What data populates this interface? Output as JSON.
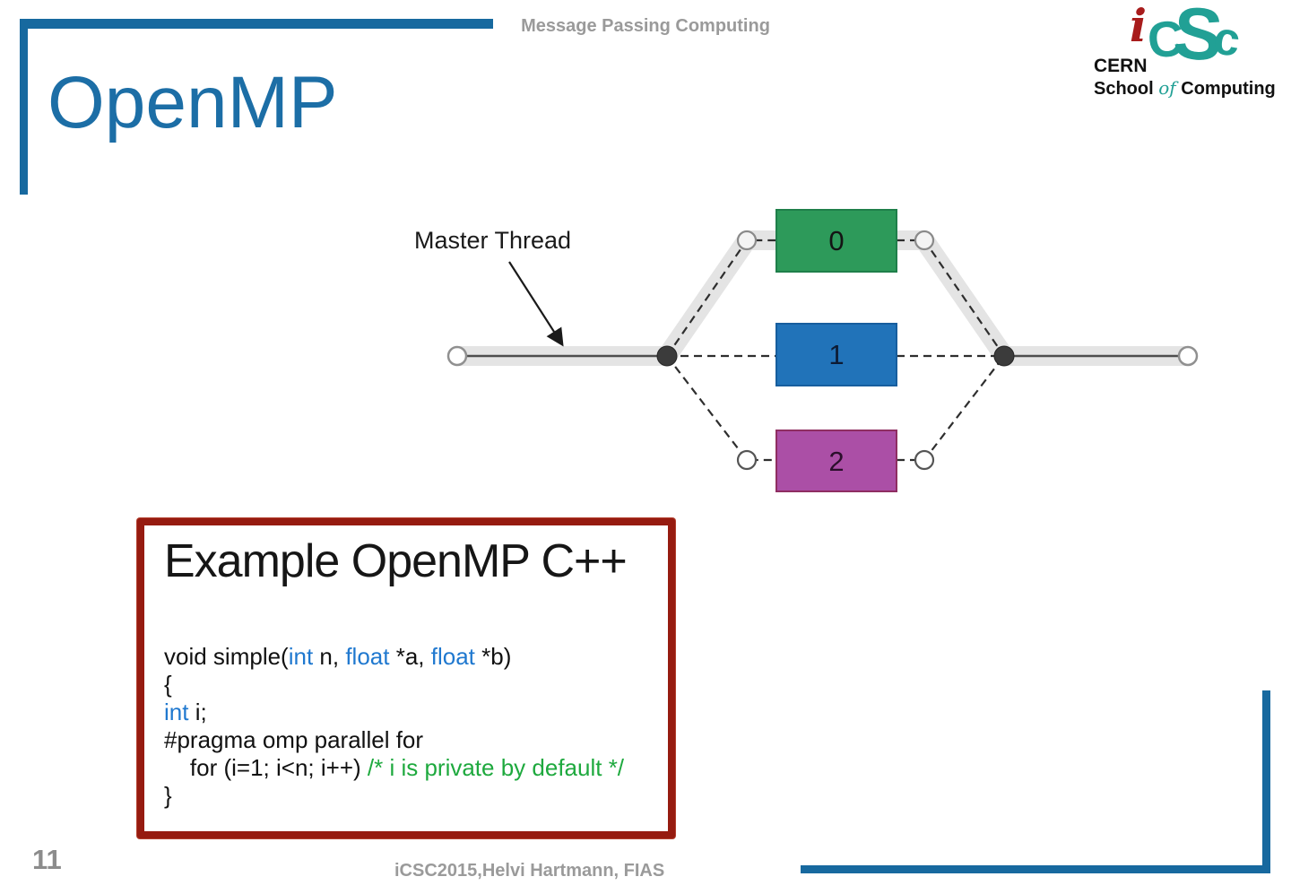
{
  "slide": {
    "header_title": "Message Passing Computing",
    "title": "OpenMP",
    "page_number": "11",
    "footer_credit": "iCSC2015,Helvi Hartmann, FIAS"
  },
  "logo": {
    "acronym": {
      "i": "i",
      "c1": "C",
      "s": "S",
      "c2": "c"
    },
    "org": "CERN",
    "school_prefix": "School ",
    "school_of": "of",
    "school_suffix": " Computing"
  },
  "diagram": {
    "master_thread_label": "Master Thread",
    "threads": [
      {
        "label": "0",
        "fill": "#2d9a5a",
        "stroke": "#1f7f4a"
      },
      {
        "label": "1",
        "fill": "#2173b9",
        "stroke": "#175e9e"
      },
      {
        "label": "2",
        "fill": "#ab4fa6",
        "stroke": "#8f2e62"
      }
    ]
  },
  "code_box": {
    "title": "Example OpenMP C++",
    "lines": [
      {
        "tokens": [
          {
            "t": "void simple(",
            "c": "plain"
          },
          {
            "t": "int",
            "c": "kw"
          },
          {
            "t": " n, ",
            "c": "plain"
          },
          {
            "t": "float",
            "c": "kw"
          },
          {
            "t": " *a, ",
            "c": "plain"
          },
          {
            "t": "float",
            "c": "kw"
          },
          {
            "t": " *b)",
            "c": "plain"
          }
        ]
      },
      {
        "tokens": [
          {
            "t": "{",
            "c": "plain"
          }
        ]
      },
      {
        "tokens": [
          {
            "t": "int",
            "c": "kw"
          },
          {
            "t": " i;",
            "c": "plain"
          }
        ]
      },
      {
        "tokens": [
          {
            "t": "#pragma omp parallel for",
            "c": "plain"
          }
        ]
      },
      {
        "tokens": [
          {
            "t": "    for (i=1; i<n; i++) ",
            "c": "plain"
          },
          {
            "t": "/* i is private by default */",
            "c": "comment"
          }
        ]
      },
      {
        "tokens": [
          {
            "t": "}",
            "c": "plain"
          }
        ]
      }
    ]
  },
  "colors": {
    "accent_blue": "#17699f",
    "title_blue": "#1c6ea6",
    "gray_text": "#9a9a9a",
    "band_gray": "#e4e4e4",
    "code_border_red": "#961b10",
    "keyword_blue": "#1f78cf",
    "comment_green": "#1ea93e",
    "logo_teal": "#21a095",
    "logo_red": "#a81c1c"
  }
}
